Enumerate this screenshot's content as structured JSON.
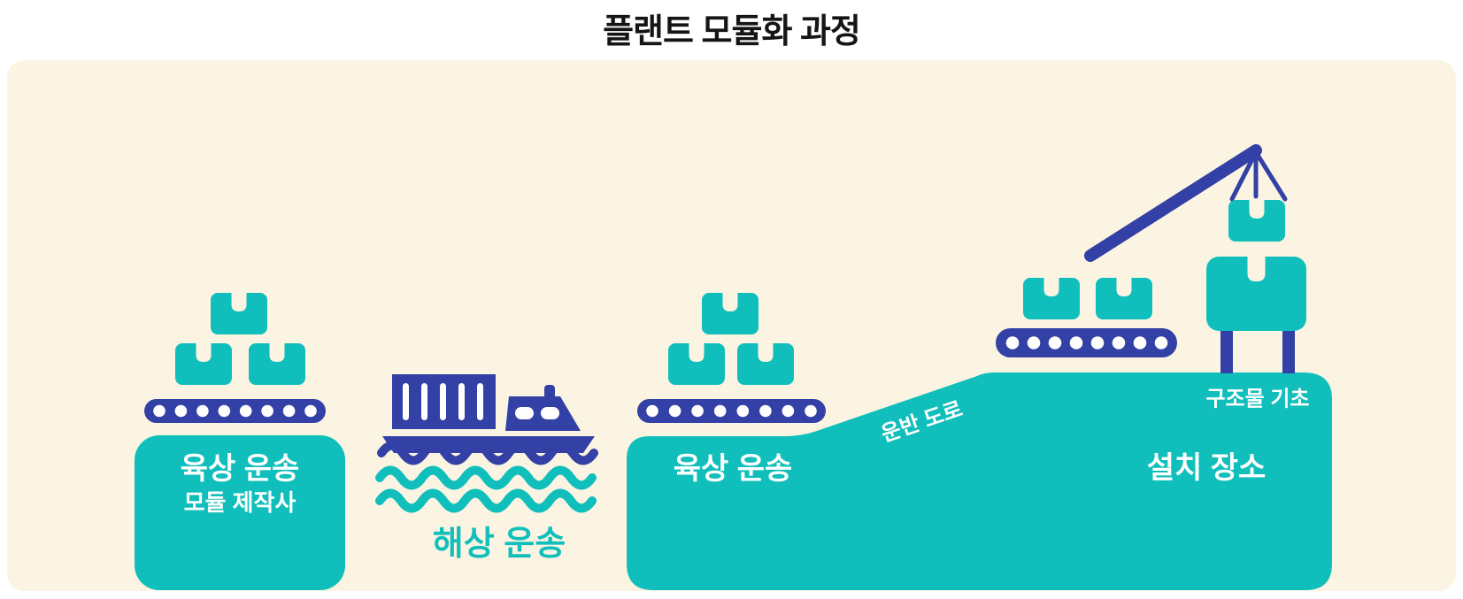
{
  "title": "플랜트 모듈화 과정",
  "stages": {
    "factory": {
      "name": "육상 운송",
      "subname": "모듈 제작사"
    },
    "sea": {
      "name": "해상 운송"
    },
    "land": {
      "name": "육상 운송"
    },
    "road": {
      "name": "운반 도로"
    },
    "site": {
      "name": "설치 장소",
      "foundation": "구조물 기초"
    }
  },
  "icons": {
    "module_boxes": "stacked-module-boxes",
    "conveyor": "conveyor-belt",
    "ship": "cargo-ship",
    "sea_waves": "sea-waves",
    "crane": "crane-with-hanging-box",
    "module_on_foundation": "module-box-on-foundation-legs"
  },
  "colors": {
    "teal": "#10BFBB",
    "blue": "#3340A5",
    "panel_cream": "#FCF4E2",
    "title_text": "#151515",
    "label_text": "#FFFFFF"
  }
}
